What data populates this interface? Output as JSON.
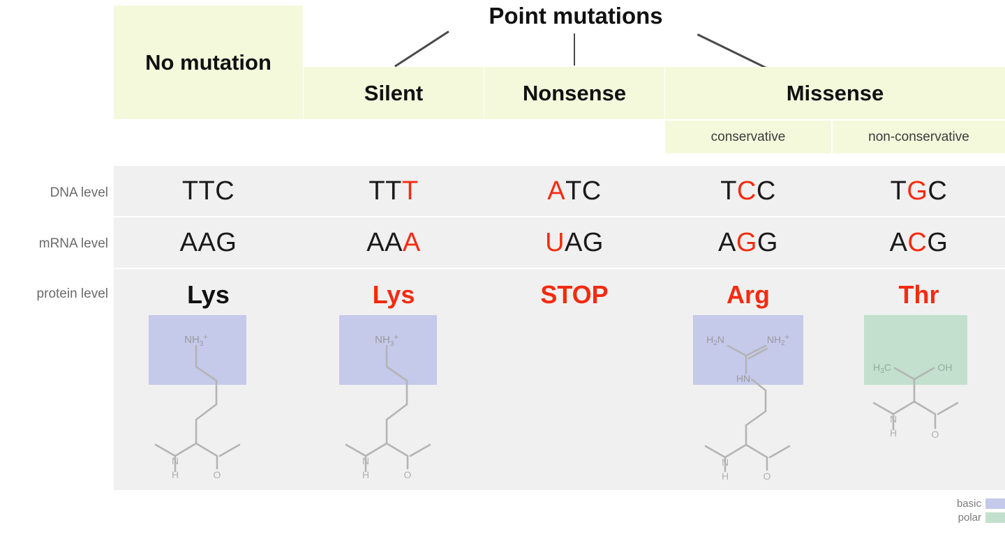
{
  "title": "Point mutations",
  "colors": {
    "header_bg": "#f4f9dc",
    "band_bg": "#f0f0f0",
    "mutation_red": "#f42b10",
    "basic_box": "#c5c9ea",
    "polar_box": "#c2e0cd",
    "connector": "#4a4a4a"
  },
  "headers": {
    "no_mutation": "No mutation",
    "silent": "Silent",
    "nonsense": "Nonsense",
    "missense": "Missense",
    "conservative": "conservative",
    "non_conservative": "non-conservative"
  },
  "row_labels": {
    "dna": "DNA level",
    "mrna": "mRNA level",
    "protein": "protein level"
  },
  "columns": [
    {
      "key": "no-mutation",
      "header": "No mutation",
      "dna": [
        {
          "t": "TTC",
          "mutated": false
        }
      ],
      "mrna": [
        {
          "t": "AAG",
          "mutated": false
        }
      ],
      "protein": "Lys",
      "protein_changed": false,
      "structure": "lysine",
      "class_label": "basic"
    },
    {
      "key": "silent",
      "header": "Silent",
      "dna": [
        {
          "t": "TT",
          "mutated": false
        },
        {
          "t": "T",
          "mutated": true
        }
      ],
      "mrna": [
        {
          "t": "AA",
          "mutated": false
        },
        {
          "t": "A",
          "mutated": true
        }
      ],
      "protein": "Lys",
      "protein_changed": true,
      "structure": "lysine",
      "class_label": "basic"
    },
    {
      "key": "nonsense",
      "header": "Nonsense",
      "dna": [
        {
          "t": "A",
          "mutated": true
        },
        {
          "t": "TC",
          "mutated": false
        }
      ],
      "mrna": [
        {
          "t": "U",
          "mutated": true
        },
        {
          "t": "AG",
          "mutated": false
        }
      ],
      "protein": "STOP",
      "protein_changed": true,
      "structure": "none",
      "class_label": ""
    },
    {
      "key": "missense-conservative",
      "header": "conservative",
      "dna": [
        {
          "t": "T",
          "mutated": false
        },
        {
          "t": "C",
          "mutated": true
        },
        {
          "t": "C",
          "mutated": false
        }
      ],
      "mrna": [
        {
          "t": "A",
          "mutated": false
        },
        {
          "t": "G",
          "mutated": true
        },
        {
          "t": "G",
          "mutated": false
        }
      ],
      "protein": "Arg",
      "protein_changed": true,
      "structure": "arginine",
      "class_label": "basic"
    },
    {
      "key": "missense-non-conservative",
      "header": "non-conservative",
      "dna": [
        {
          "t": "T",
          "mutated": false
        },
        {
          "t": "G",
          "mutated": true
        },
        {
          "t": "C",
          "mutated": false
        }
      ],
      "mrna": [
        {
          "t": "A",
          "mutated": false
        },
        {
          "t": "C",
          "mutated": true
        },
        {
          "t": "G",
          "mutated": false
        }
      ],
      "protein": "Thr",
      "protein_changed": true,
      "structure": "threonine",
      "class_label": "polar"
    }
  ],
  "sequences": {
    "dna": {
      "no_mutation": "TTC",
      "silent": "TTT",
      "nonsense": "ATC",
      "conservative": "TCC",
      "non_conservative": "TGC"
    },
    "mrna": {
      "no_mutation": "AAG",
      "silent": "AAA",
      "nonsense": "UAG",
      "conservative": "AGG",
      "non_conservative": "ACG"
    },
    "protein": {
      "no_mutation": "Lys",
      "silent": "Lys",
      "nonsense": "STOP",
      "conservative": "Arg",
      "non_conservative": "Thr"
    }
  },
  "structure_labels": {
    "lysine": [
      "NH3+",
      "N",
      "H",
      "O"
    ],
    "arginine": [
      "H2N",
      "NH2+",
      "HN",
      "N",
      "H",
      "O"
    ],
    "threonine": [
      "H3C",
      "OH",
      "N",
      "H",
      "O"
    ]
  },
  "legend": [
    {
      "label": "basic",
      "color": "#c5c9ea"
    },
    {
      "label": "polar",
      "color": "#c2e0cd"
    }
  ]
}
